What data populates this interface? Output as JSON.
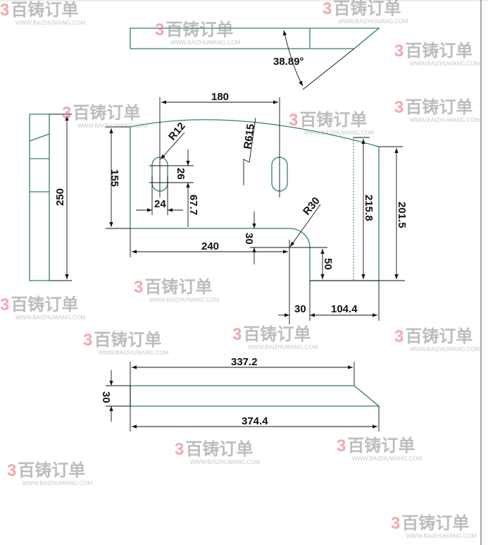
{
  "watermark": {
    "brand": "百铸订单",
    "mark": "3",
    "url": "WWW.BAIZHUWANG.COM"
  },
  "dimensions": {
    "angle": "38.89°",
    "d180": "180",
    "r12": "R12",
    "r615": "R615",
    "d155": "155",
    "d250": "250",
    "d26": "26",
    "d67_7": "67.7",
    "d24": "24",
    "r30": "R30",
    "d240": "240",
    "d30_v": "30",
    "d50": "50",
    "d215_8": "215.8",
    "d201_5": "201.5",
    "d30_h": "30",
    "d104_4": "104.4",
    "d337_2": "337.2",
    "d30_thk": "30",
    "d374_4": "374.4"
  }
}
